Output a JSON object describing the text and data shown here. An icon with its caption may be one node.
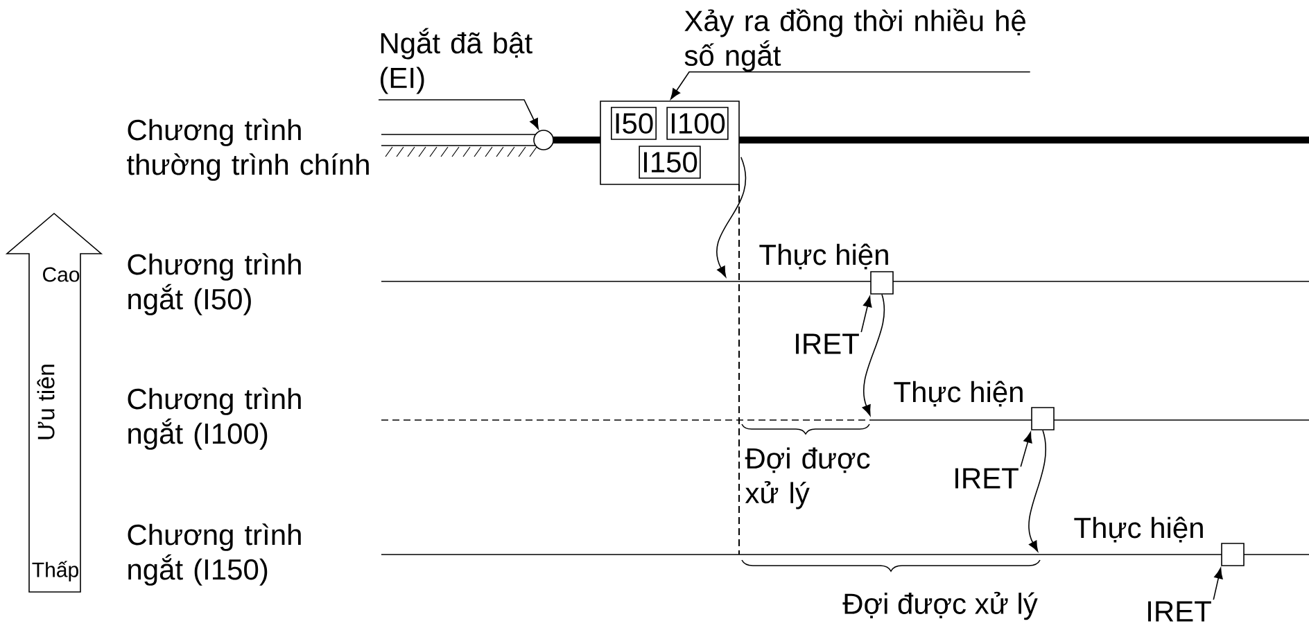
{
  "diagram": {
    "nodes": [
      {
        "text": [],
        "shape": "box"
      },
      {
        "text": [
          "I50"
        ],
        "in": 0
      },
      {
        "text": [
          "I100"
        ],
        "in": 0
      },
      {
        "text": [
          "I150"
        ],
        "in": 0
      },
      {
        "text": [
          "Ngắt đã bật (EI)"
        ]
      },
      {
        "text": [],
        "shape": "circle"
      },
      {
        "text": [
          "Xảy ra đồng thời nhiều hệ số ngắt"
        ]
      },
      {
        "text": [],
        "shape": "box"
      },
      {
        "text": [],
        "shape": "box"
      },
      {
        "text": [],
        "shape": "box"
      },
      {
        "text": [
          "IRET"
        ]
      },
      {
        "text": [
          "IRET"
        ]
      },
      {
        "text": [
          "IRET"
        ]
      }
    ],
    "edges": [
      {
        "from": 4,
        "to": 5,
        "arrow": "to"
      },
      {
        "from": 6,
        "to": 0,
        "arrow": "to"
      },
      {
        "from": 10,
        "to": 7,
        "arrow": "to"
      },
      {
        "from": 11,
        "to": 8,
        "arrow": "to"
      },
      {
        "from": 12,
        "to": 9,
        "arrow": "to"
      },
      {
        "from": 0,
        "to": null,
        "arrow": "to"
      },
      {
        "from": 7,
        "to": null,
        "arrow": "to"
      },
      {
        "from": 8,
        "to": null,
        "arrow": "to"
      }
    ],
    "labels": [
      "Chương trình thường trình chính",
      "Cao",
      "Thực hiện",
      "Chương trình ngắt (I50)",
      "Ưu tiên",
      "Thực hiện",
      "Chương trình ngắt (I100)",
      "Đợi được xử lý",
      "Thực hiện",
      "Chương trình ngắt (I150)",
      "Thấp",
      "Đợi được xử lý"
    ]
  }
}
